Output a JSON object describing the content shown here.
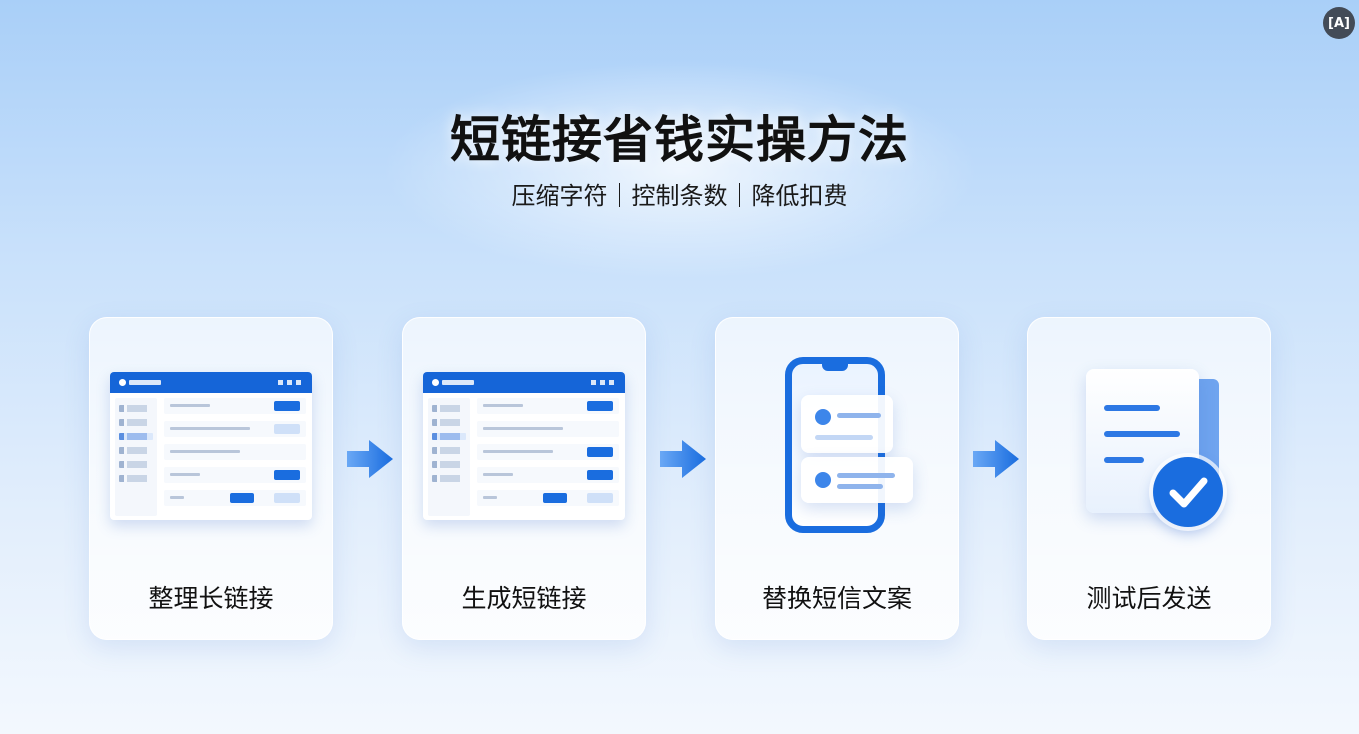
{
  "page": {
    "title": "短链接省钱实操方法",
    "subtitle": "压缩字符｜控制条数｜降低扣费",
    "corner_button": {
      "icon": "scan-text-icon",
      "glyph": "[A]"
    }
  },
  "steps": [
    {
      "label": "整理长链接",
      "icon": "url-tool-window-icon"
    },
    {
      "label": "生成短链接",
      "icon": "url-tool-window-icon"
    },
    {
      "label": "替换短信文案",
      "icon": "phone-message-icon"
    },
    {
      "label": "测试后发送",
      "icon": "document-check-icon"
    }
  ],
  "colors": {
    "accent": "#1a6ddf",
    "arrow": "#2f80ee",
    "title": "#111111",
    "background_top": "#a9cff8",
    "background_bottom": "#f3f8fe"
  }
}
